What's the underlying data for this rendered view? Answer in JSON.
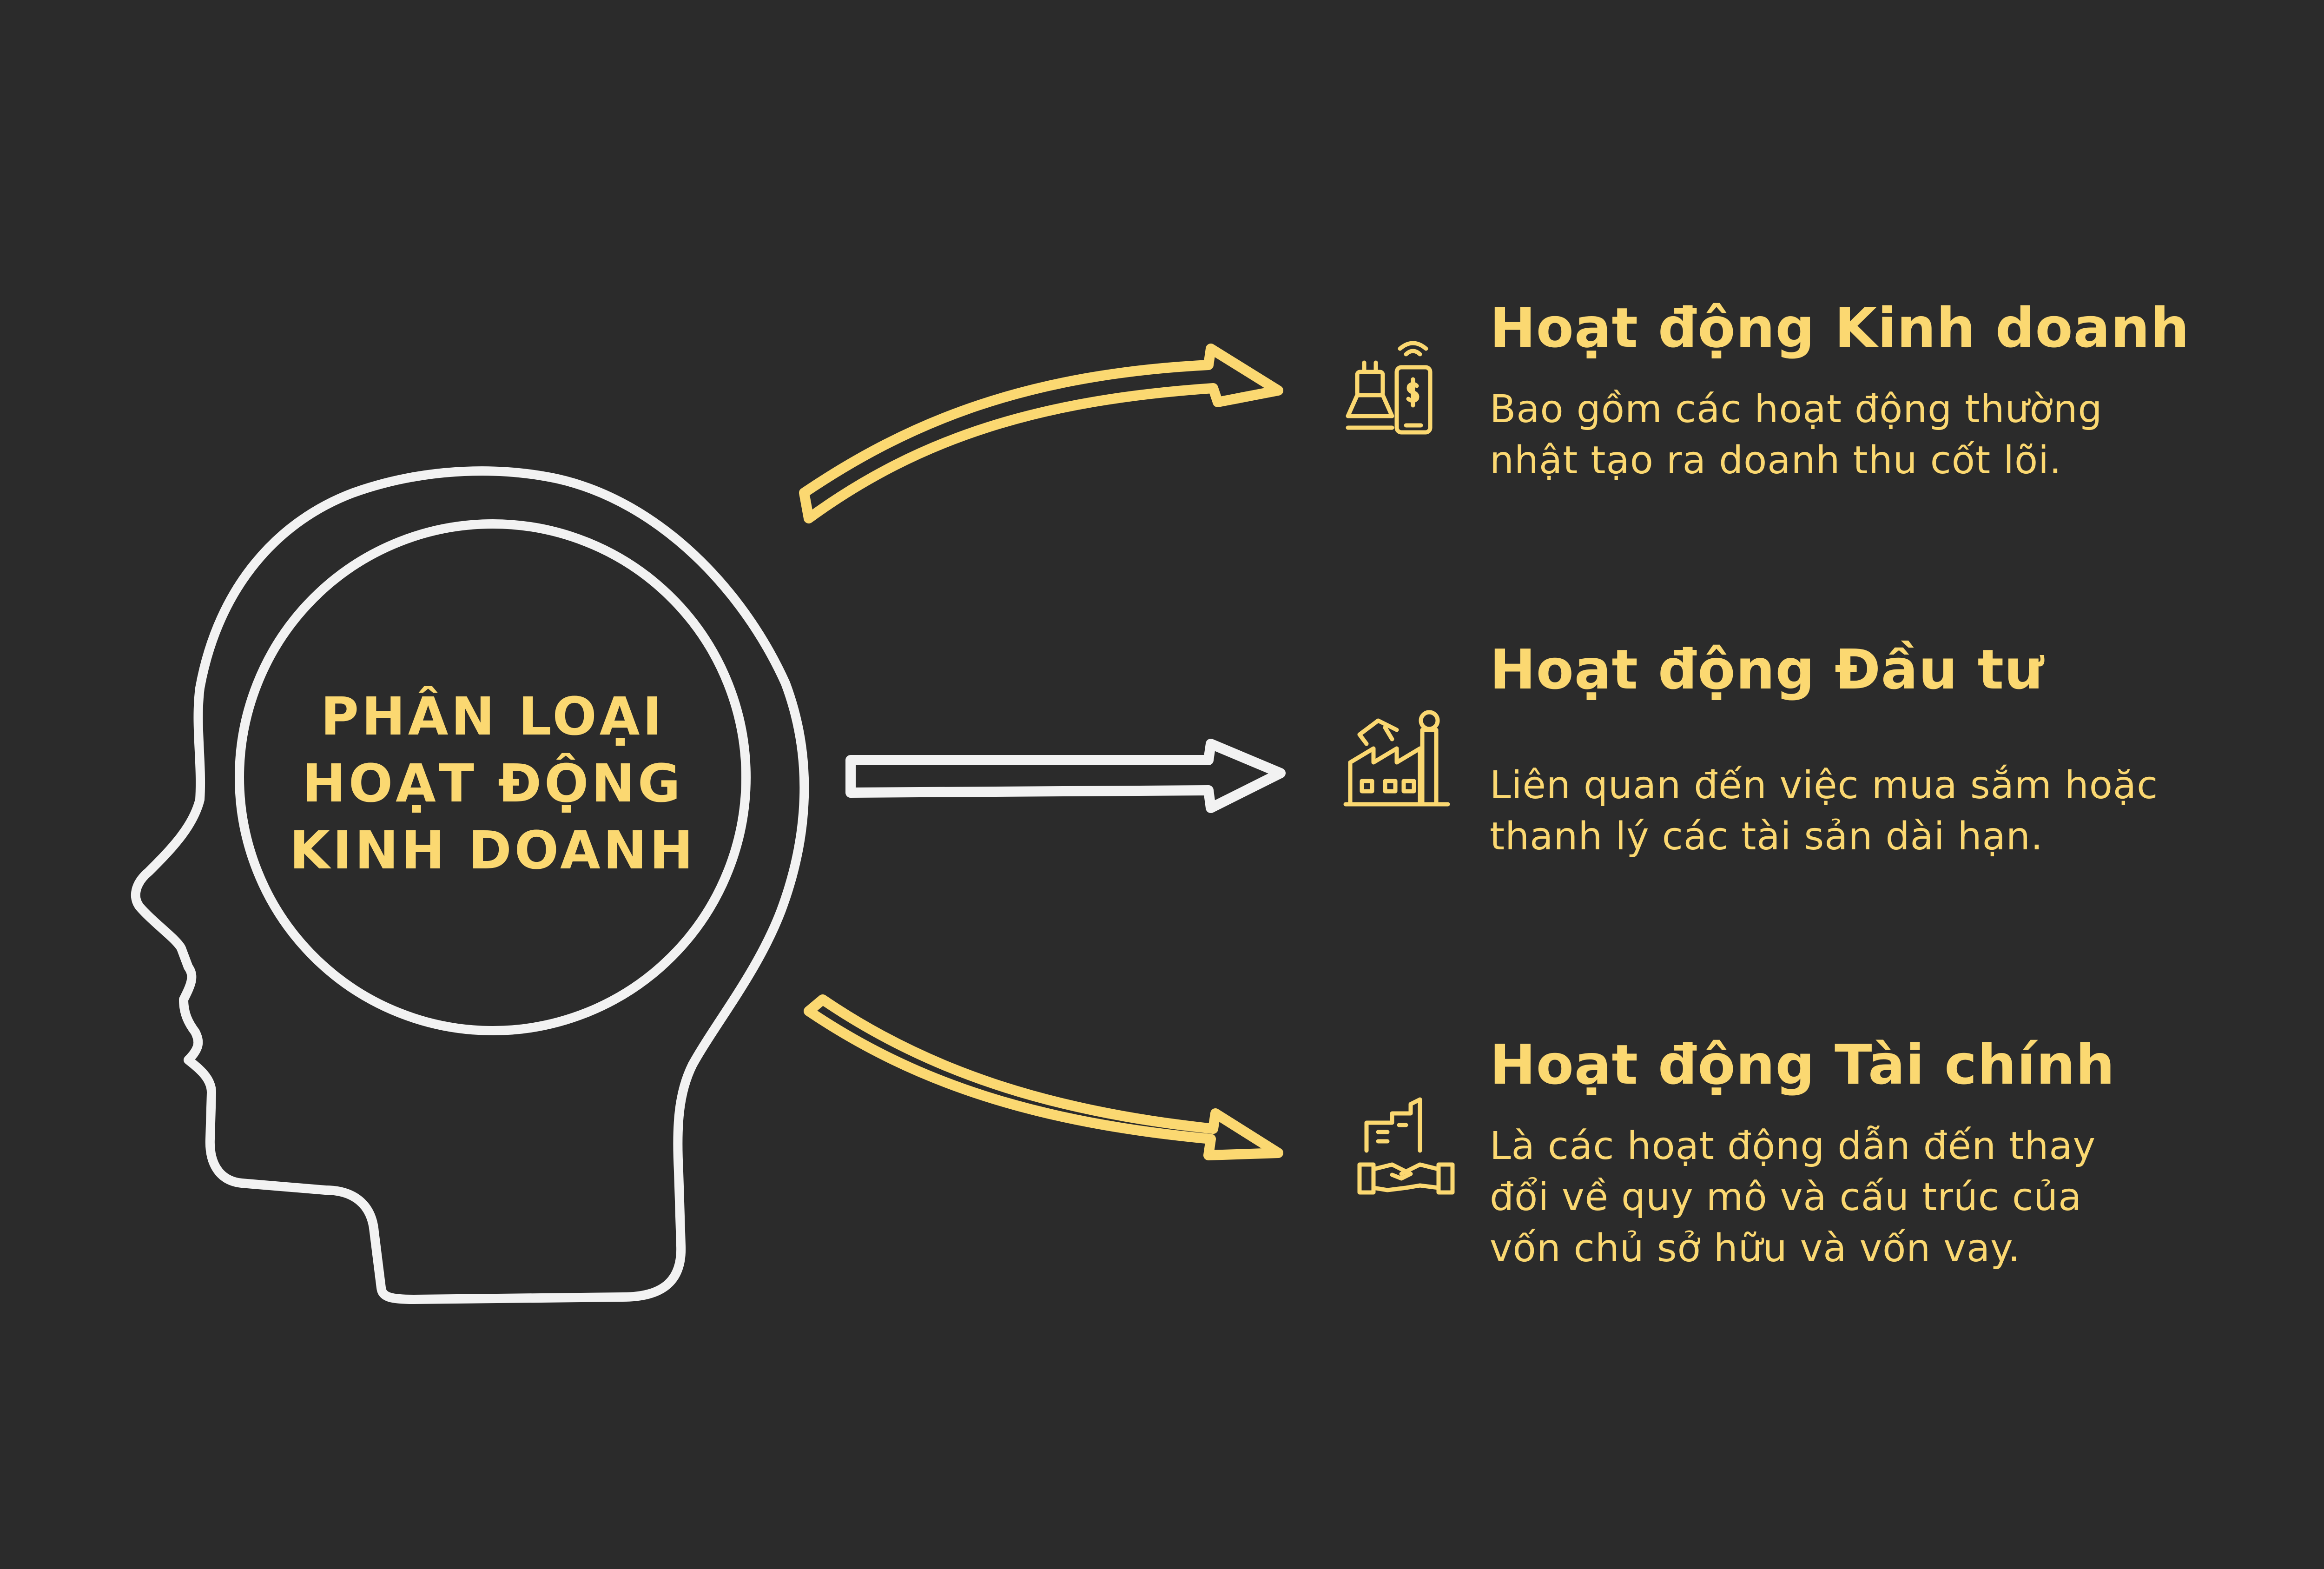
{
  "center": {
    "lines": [
      "PHÂN LOẠI",
      "HOẠT ĐỘNG",
      "KINH DOANH"
    ]
  },
  "items": [
    {
      "title": "Hoạt động Kinh doanh",
      "desc_lines": [
        "Bao gồm các hoạt động thường",
        "nhật tạo ra doanh thu cốt lõi."
      ],
      "icon": "payment-terminal-icon"
    },
    {
      "title": "Hoạt động Đầu tư",
      "desc_lines": [
        "Liên quan đến việc mua sắm hoặc",
        "thanh lý các tài sản dài hạn."
      ],
      "icon": "factory-crane-icon"
    },
    {
      "title": "Hoạt động Tài chính",
      "desc_lines": [
        "Là các hoạt động dẫn đến thay",
        "đổi về quy mô và cấu trúc của",
        "vốn chủ sở hữu và vốn vay."
      ],
      "icon": "handshake-city-icon"
    }
  ],
  "colors": {
    "background": "#2b2b2b",
    "accent": "#fbd871",
    "outline": "#f2f2f2"
  }
}
